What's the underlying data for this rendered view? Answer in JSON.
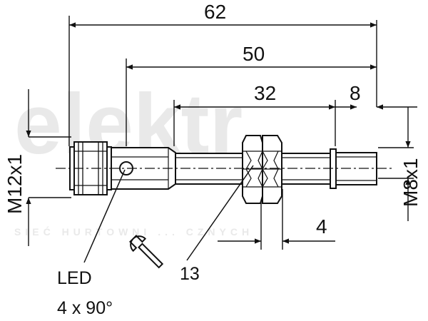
{
  "dimensions": {
    "overall": "62",
    "from_led": "50",
    "threaded": "32",
    "pin_end": "8",
    "nut": "4"
  },
  "threads": {
    "connector": "M12x1",
    "body": "M8x1"
  },
  "callouts": {
    "led_label": "LED",
    "led_angle": "4 x 90°",
    "wrench_size": "13"
  },
  "watermark": {
    "line1": "elektr",
    "line2": "SIEĆ HURTOWNI ... CZNYCH"
  },
  "icons": {
    "wrench": "wrench-icon"
  }
}
